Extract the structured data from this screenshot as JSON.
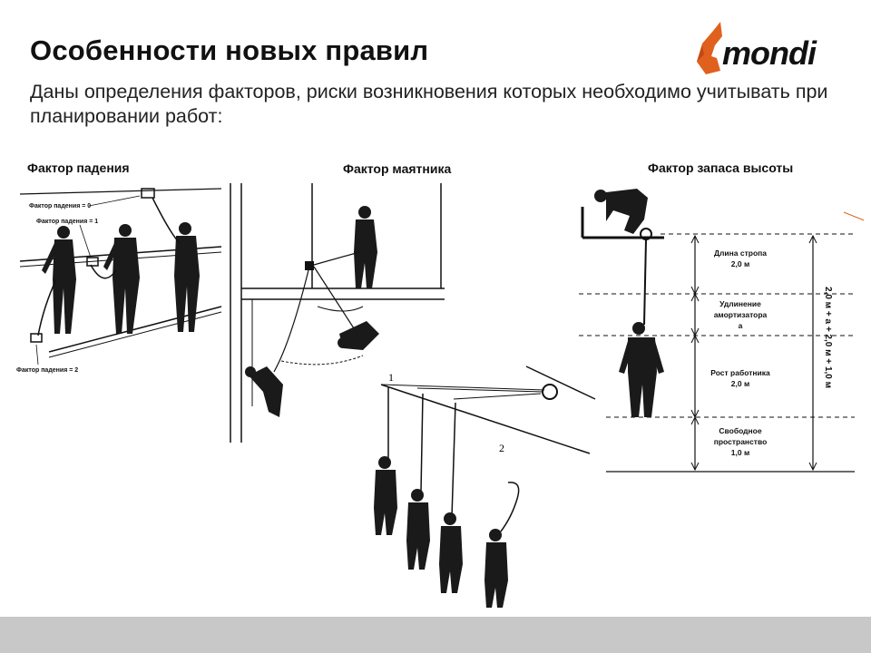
{
  "slide": {
    "title": "Особенности новых правил",
    "subtitle": "Даны определения факторов, риски возникновения которых необходимо учитывать при планировании работ:",
    "logo_text": "mondi",
    "accent_color": "#e0601e"
  },
  "sections": {
    "fall_factor": {
      "label": "Фактор падения",
      "annotations": [
        "Фактор падения = 0",
        "Фактор падения = 1",
        "Фактор падения = 2"
      ]
    },
    "pendulum_factor": {
      "label": "Фактор маятника",
      "markers": [
        "1",
        "2"
      ]
    },
    "clearance_factor": {
      "label": "Фактор запаса высоты",
      "segments": [
        {
          "line1": "Длина стропа",
          "line2": "2,0 м",
          "line3": ""
        },
        {
          "line1": "Удлинение",
          "line2": "амортизатора",
          "line3": "а"
        },
        {
          "line1": "Рост работника",
          "line2": "2,0 м",
          "line3": ""
        },
        {
          "line1": "Свободное",
          "line2": "пространство",
          "line3": "1,0 м"
        }
      ],
      "total": "2,0 м + а + 2,0 м + 1,0 м"
    }
  }
}
